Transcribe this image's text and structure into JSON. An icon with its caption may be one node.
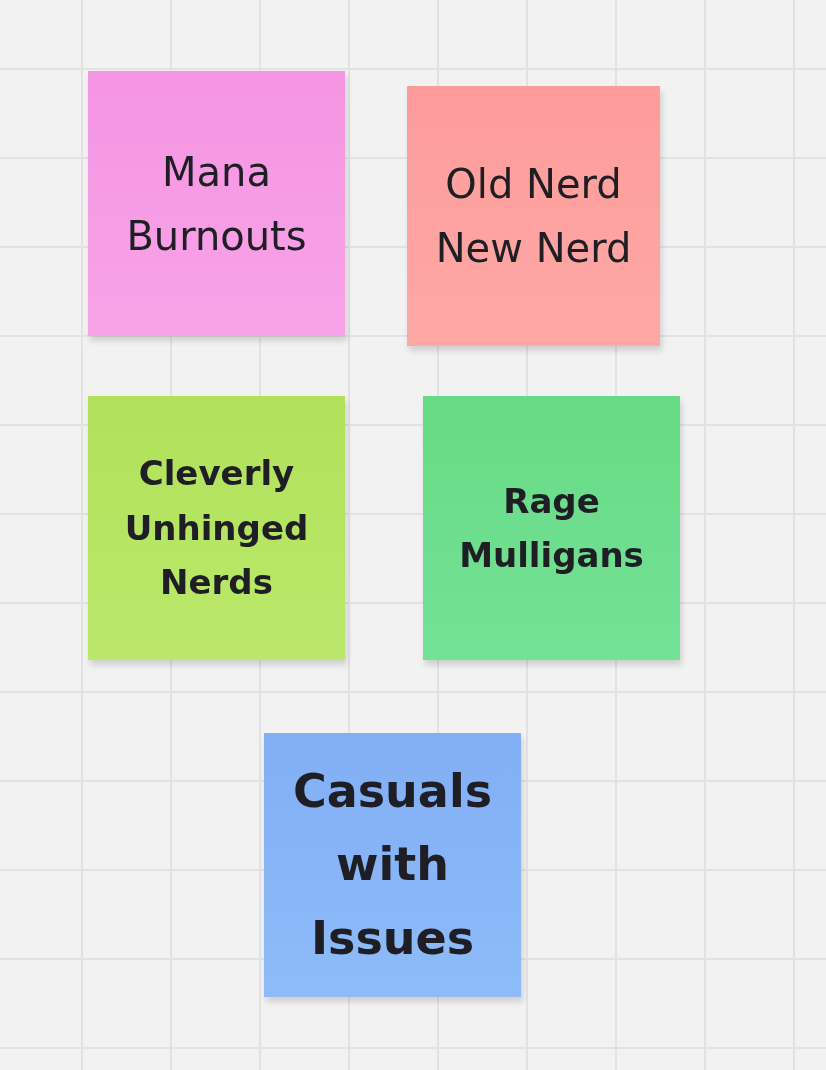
{
  "diagram": {
    "nodes": [
      {
        "text": [
          "Mana Burnouts"
        ]
      },
      {
        "text": [
          "Old Nerd New Nerd"
        ]
      },
      {
        "text": [
          "Cleverly Unhinged Nerds"
        ]
      },
      {
        "text": [
          "Rage Mulligans"
        ]
      },
      {
        "text": [
          "Casuals with Issues"
        ]
      }
    ]
  }
}
